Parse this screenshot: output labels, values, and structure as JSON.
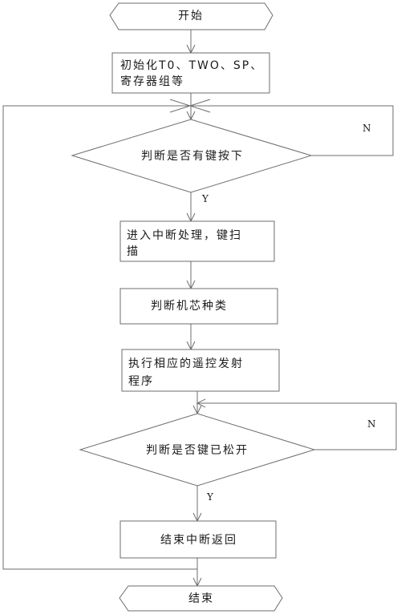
{
  "nodes": {
    "start": "开始",
    "init_line1": "初始化T0、TWO、SP、",
    "init_line2": "寄存器组等",
    "decision_key_pressed": "判断是否有键按下",
    "interrupt_line1": "进入中断处理，键扫",
    "interrupt_line2": "描",
    "judge_chip": "判断机芯种类",
    "exec_line1": "执行相应的遥控发射",
    "exec_line2": "程序",
    "decision_key_released": "判断是否键已松开",
    "end_interrupt": "结束中断返回",
    "end": "结束"
  },
  "labels": {
    "no1": "N",
    "yes1": "Y",
    "no2": "N",
    "yes2": "Y"
  }
}
